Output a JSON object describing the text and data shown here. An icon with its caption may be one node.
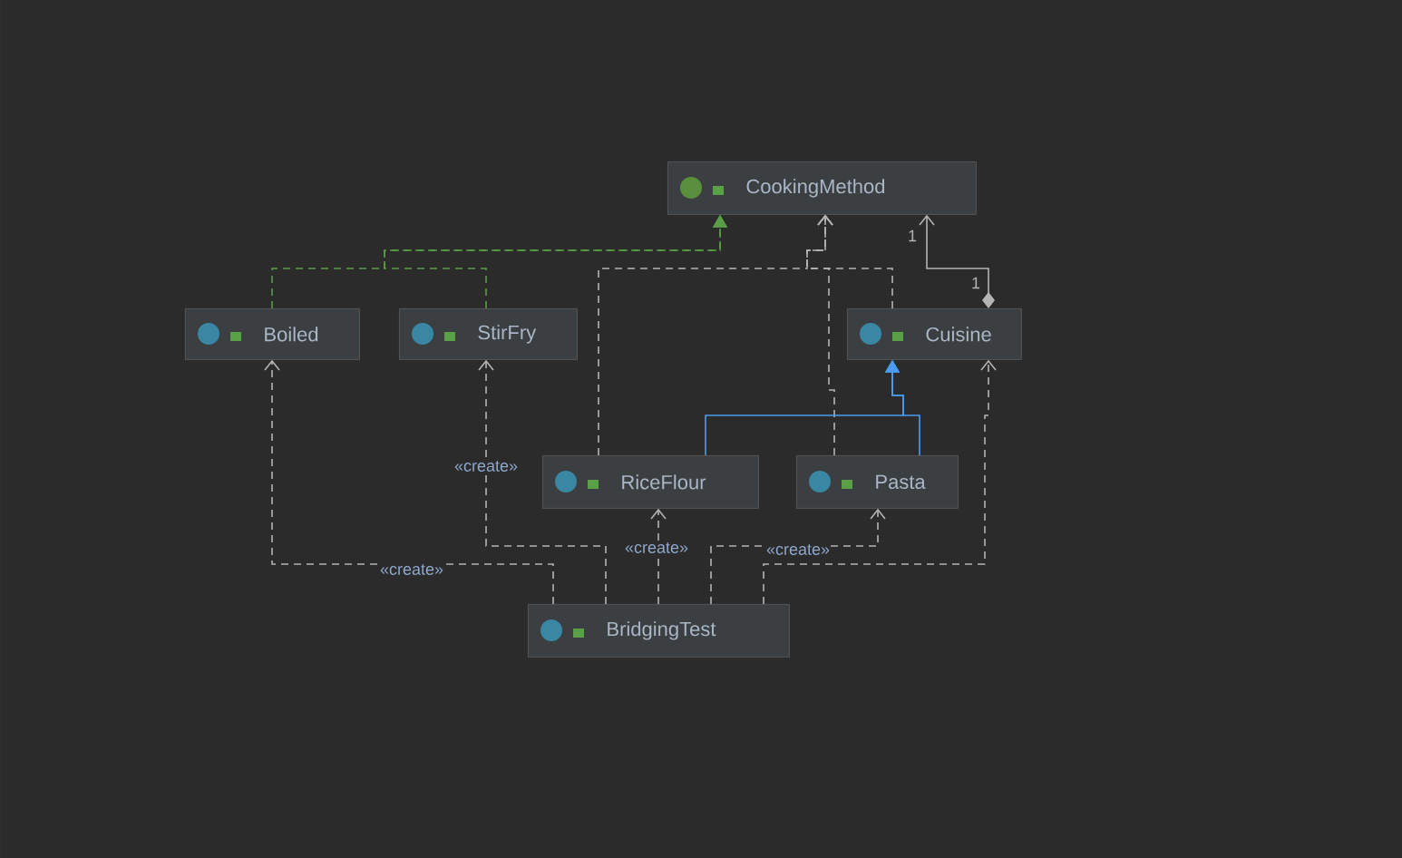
{
  "diagram": {
    "nodes": [
      {
        "text": [
          "CookingMethod"
        ]
      },
      {
        "text": [
          "Boiled"
        ]
      },
      {
        "text": [
          "StirFry"
        ]
      },
      {
        "text": [
          "Cuisine"
        ]
      },
      {
        "text": [
          "RiceFlour"
        ]
      },
      {
        "text": [
          "Pasta"
        ]
      },
      {
        "text": [
          "BridgingTest"
        ]
      }
    ],
    "edges": [
      {
        "from": 1,
        "to": 0,
        "arrow": "to",
        "style": "dashed",
        "color": "#5a9e47"
      },
      {
        "from": 2,
        "to": 0,
        "arrow": "to",
        "style": "dashed",
        "color": "#5a9e47"
      },
      {
        "from": 3,
        "to": 0,
        "arrow": "to",
        "label": "1"
      },
      {
        "from": 4,
        "to": 0,
        "arrow": "to",
        "style": "dashed"
      },
      {
        "from": 5,
        "to": 0,
        "arrow": "to",
        "style": "dashed"
      },
      {
        "from": 3,
        "to": 0,
        "arrow": "to",
        "style": "dashed"
      },
      {
        "from": 4,
        "to": 3,
        "arrow": "to",
        "color": "#4b9cf5"
      },
      {
        "from": 5,
        "to": 3,
        "arrow": "to",
        "color": "#4b9cf5"
      },
      {
        "from": 6,
        "to": 1,
        "arrow": "to",
        "style": "dashed",
        "label": "«create»"
      },
      {
        "from": 6,
        "to": 2,
        "arrow": "to",
        "style": "dashed",
        "label": "«create»"
      },
      {
        "from": 6,
        "to": 4,
        "arrow": "to",
        "style": "dashed",
        "label": "«create»"
      },
      {
        "from": 6,
        "to": 5,
        "arrow": "to",
        "style": "dashed",
        "label": "«create»"
      },
      {
        "from": 6,
        "to": 3,
        "arrow": "to",
        "style": "dashed"
      }
    ],
    "labels": [
      "1"
    ]
  }
}
